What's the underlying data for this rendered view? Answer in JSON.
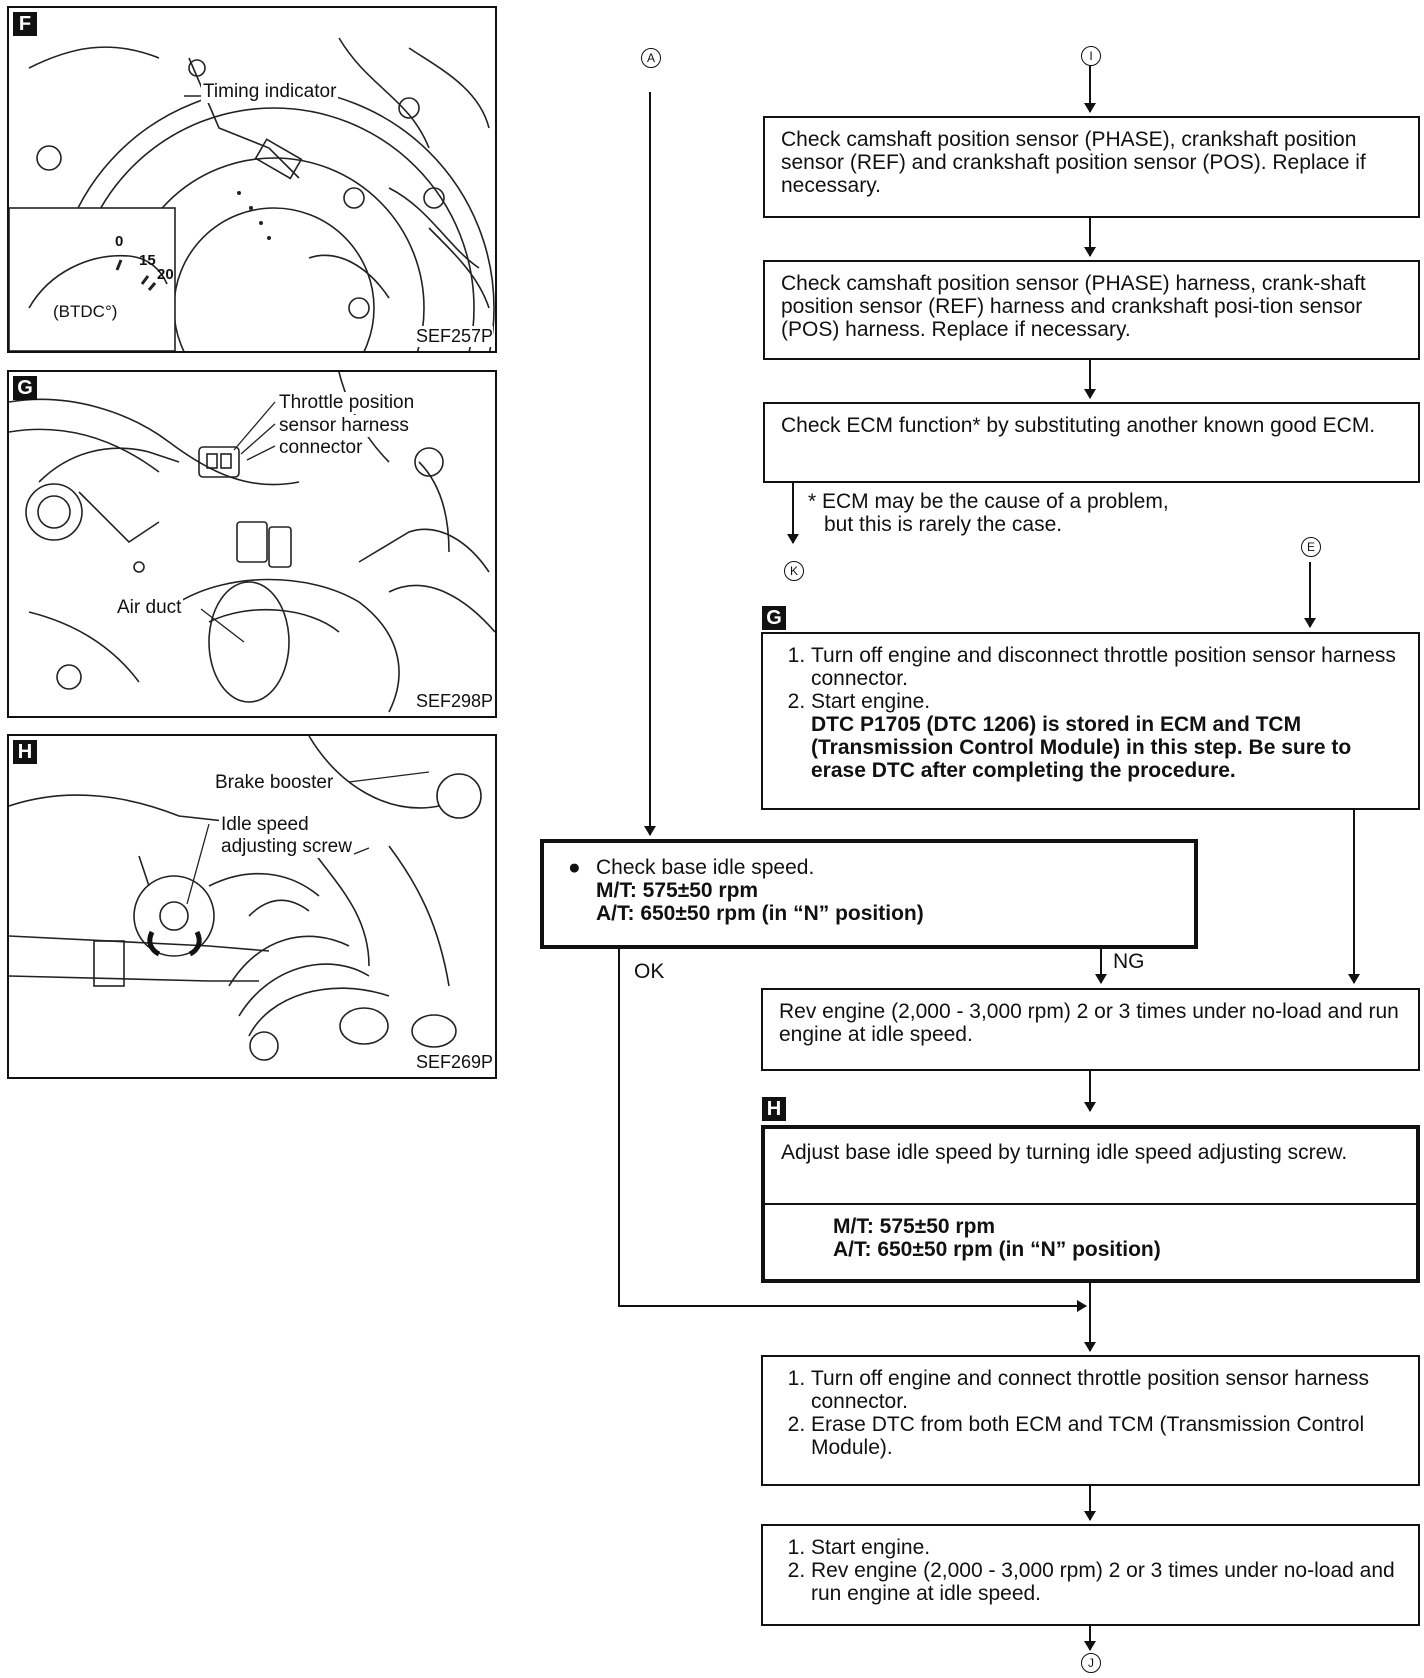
{
  "panels": {
    "F": {
      "tag": "F",
      "timing_indicator": "Timing indicator",
      "scale_0": "0",
      "scale_15": "15",
      "scale_20": "20",
      "btdc": "(BTDC°)",
      "code": "SEF257P"
    },
    "G": {
      "tag": "G",
      "tps_line1": "Throttle position",
      "tps_line2": "sensor harness",
      "tps_line3": "connector",
      "air_duct": "Air duct",
      "code": "SEF298P"
    },
    "H": {
      "tag": "H",
      "brake_booster": "Brake booster",
      "idle_line1": "Idle speed",
      "idle_line2": "adjusting screw",
      "code": "SEF269P"
    }
  },
  "connectors": {
    "A": "A",
    "I": "I",
    "K": "K",
    "E": "E",
    "J": "J"
  },
  "flow": {
    "box1": "Check camshaft position sensor (PHASE), crankshaft position sensor (REF) and crankshaft position sensor (POS). Replace if necessary.",
    "box2": "Check camshaft position sensor (PHASE) harness, crank-shaft position sensor (REF) harness and crankshaft posi-tion sensor (POS) harness. Replace if necessary.",
    "box3": "Check ECM function* by substituting another known good ECM.",
    "note_line1": "* ECM may be the cause of a problem,",
    "note_line2": "but this is rarely the case.",
    "g_tag": "G",
    "box4_step1": "Turn off engine and disconnect throttle position sensor harness connector.",
    "box4_step2": "Start engine.",
    "box4_bold": "DTC P1705 (DTC 1206) is stored in ECM and TCM (Transmission Control Module) in this step. Be sure to erase DTC after completing the procedure.",
    "box5_bullet": "Check base idle speed.",
    "box5_mt": "M/T: 575±50 rpm",
    "box5_at": "A/T: 650±50 rpm (in “N” position)",
    "ok": "OK",
    "ng": "NG",
    "box6": "Rev engine (2,000 - 3,000 rpm) 2 or 3 times under no-load and run engine at idle speed.",
    "h_tag": "H",
    "box7_text": "Adjust base idle speed by turning idle speed adjusting screw.",
    "box7_mt": "M/T: 575±50 rpm",
    "box7_at": "A/T: 650±50 rpm (in “N” position)",
    "box8_step1": "Turn off engine and connect throttle position sensor harness connector.",
    "box8_step2": "Erase DTC from both ECM and TCM (Transmission Control Module).",
    "box9_step1": "Start engine.",
    "box9_step2": "Rev engine (2,000 - 3,000 rpm) 2 or 3 times under no-load and run engine at idle speed."
  }
}
